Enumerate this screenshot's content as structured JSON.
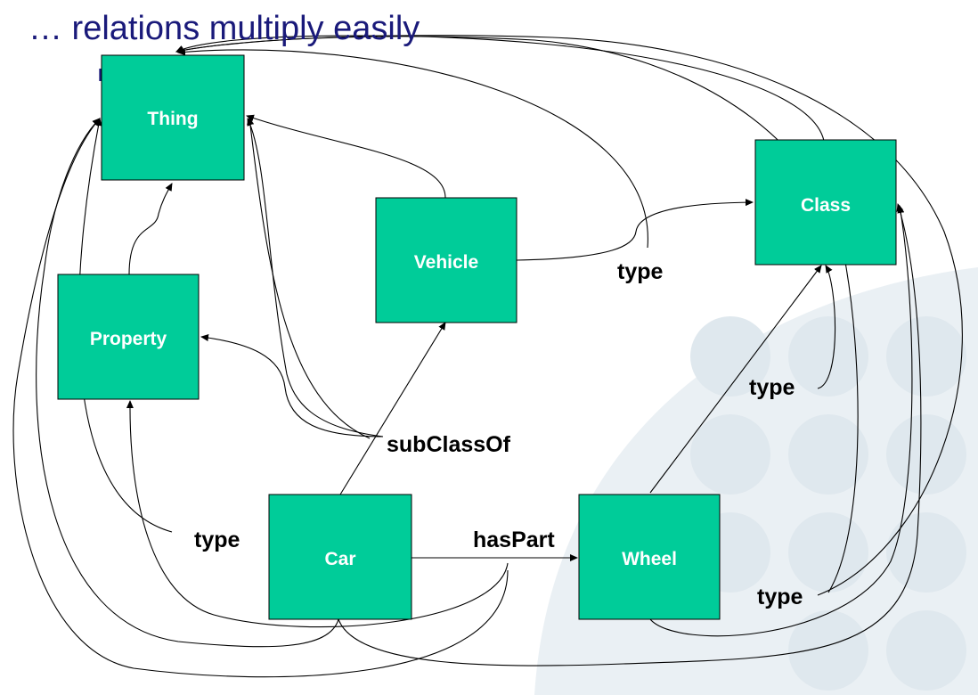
{
  "title": "… relations multiply easily",
  "title_fragment": "F",
  "colors": {
    "title": "#1a1a7a",
    "node_fill": "#00cc99",
    "node_stroke": "#000000",
    "node_text": "#ffffff",
    "edge": "#000000",
    "watermark": "#e9eff3"
  },
  "nodes": {
    "thing": "Thing",
    "property": "Property",
    "vehicle": "Vehicle",
    "class": "Class",
    "car": "Car",
    "wheel": "Wheel"
  },
  "edge_labels": {
    "vehicle_type": "type",
    "wheel_type": "type",
    "subclassof": "subClassOf",
    "car_type": "type",
    "haspart": "hasPart",
    "class_type": "type"
  }
}
